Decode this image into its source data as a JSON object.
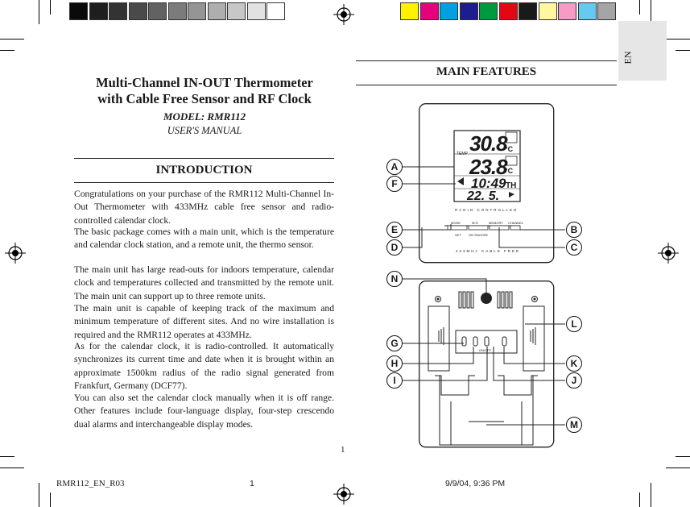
{
  "lang_tab": "EN",
  "left": {
    "title_line1": "Multi-Channel IN-OUT Thermometer",
    "title_line2": "with Cable Free Sensor and RF Clock",
    "model": "MODEL: RMR112",
    "manual": "USER'S MANUAL",
    "section": "INTRODUCTION",
    "paragraphs": [
      "Congratulations on your purchase of the RMR112 Multi-Channel In-Out Thermometer with 433MHz cable free sensor and radio-controlled calendar clock.",
      "The basic package comes with a main unit, which is the temperature and calendar clock station, and a remote unit, the thermo sensor.",
      "The main unit has large read-outs for indoors temperature, calendar clock and temperatures collected and transmitted by the remote unit. The main unit can support up to three remote units.",
      "The main unit is capable of keeping track of the maximum and minimum temperature of different sites. And no wire installation is required and the RMR112 operates at 433MHz.",
      "As for the calendar clock, it is radio-controlled. It automatically synchronizes its current time and date when it is brought within an approximate 1500km radius of the radio signal generated from Frankfurt, Germany (DCF77).",
      "You can also set the calendar clock manually when it is off range. Other features include four-language display, four-step crescendo dual alarms and interchangeable display modes."
    ]
  },
  "right": {
    "section": "MAIN FEATURES",
    "lcd": {
      "outdoor_temp": "30.8",
      "indoor_temp": "23.8",
      "time": "10:49",
      "day_label": "TH",
      "date": "22. 5.",
      "temp_unit": "°C",
      "temp_label": "TEMP",
      "radio_label": "RADIO CONTROLLED",
      "cable_label": "433MHz CABLE FREE"
    },
    "buttons": {
      "mode": "MODE",
      "set": "SET",
      "plus_minus": "⊕/⊖",
      "on_snooze": "ON SNOOZE",
      "memory": "MEMORY",
      "channel": "CHANNEL"
    },
    "back_labels": {
      "on_off": "ON/OFF"
    },
    "callouts": [
      "A",
      "F",
      "E",
      "D",
      "B",
      "C",
      "N",
      "L",
      "G",
      "H",
      "I",
      "K",
      "J",
      "M"
    ]
  },
  "page_number": "1",
  "footer": {
    "file": "RMR112_EN_R03",
    "page": "1",
    "date": "9/9/04, 9:36 PM"
  },
  "colors": {
    "grayscale_swatches": [
      "#0a0a0a",
      "#1e1e1e",
      "#333333",
      "#4a4a4a",
      "#626262",
      "#7b7b7b",
      "#959595",
      "#aeaeae",
      "#c7c7c7",
      "#e2e2e2",
      "#ffffff"
    ],
    "color_swatches": [
      "#fff200",
      "#e6007e",
      "#00a0e3",
      "#1d1d8f",
      "#009a3e",
      "#e30613",
      "#1a1a1a",
      "#fff7a0",
      "#f59bc4",
      "#66c9f0",
      "#a5a5a5"
    ],
    "tab_bg": "#e6e6e6"
  }
}
